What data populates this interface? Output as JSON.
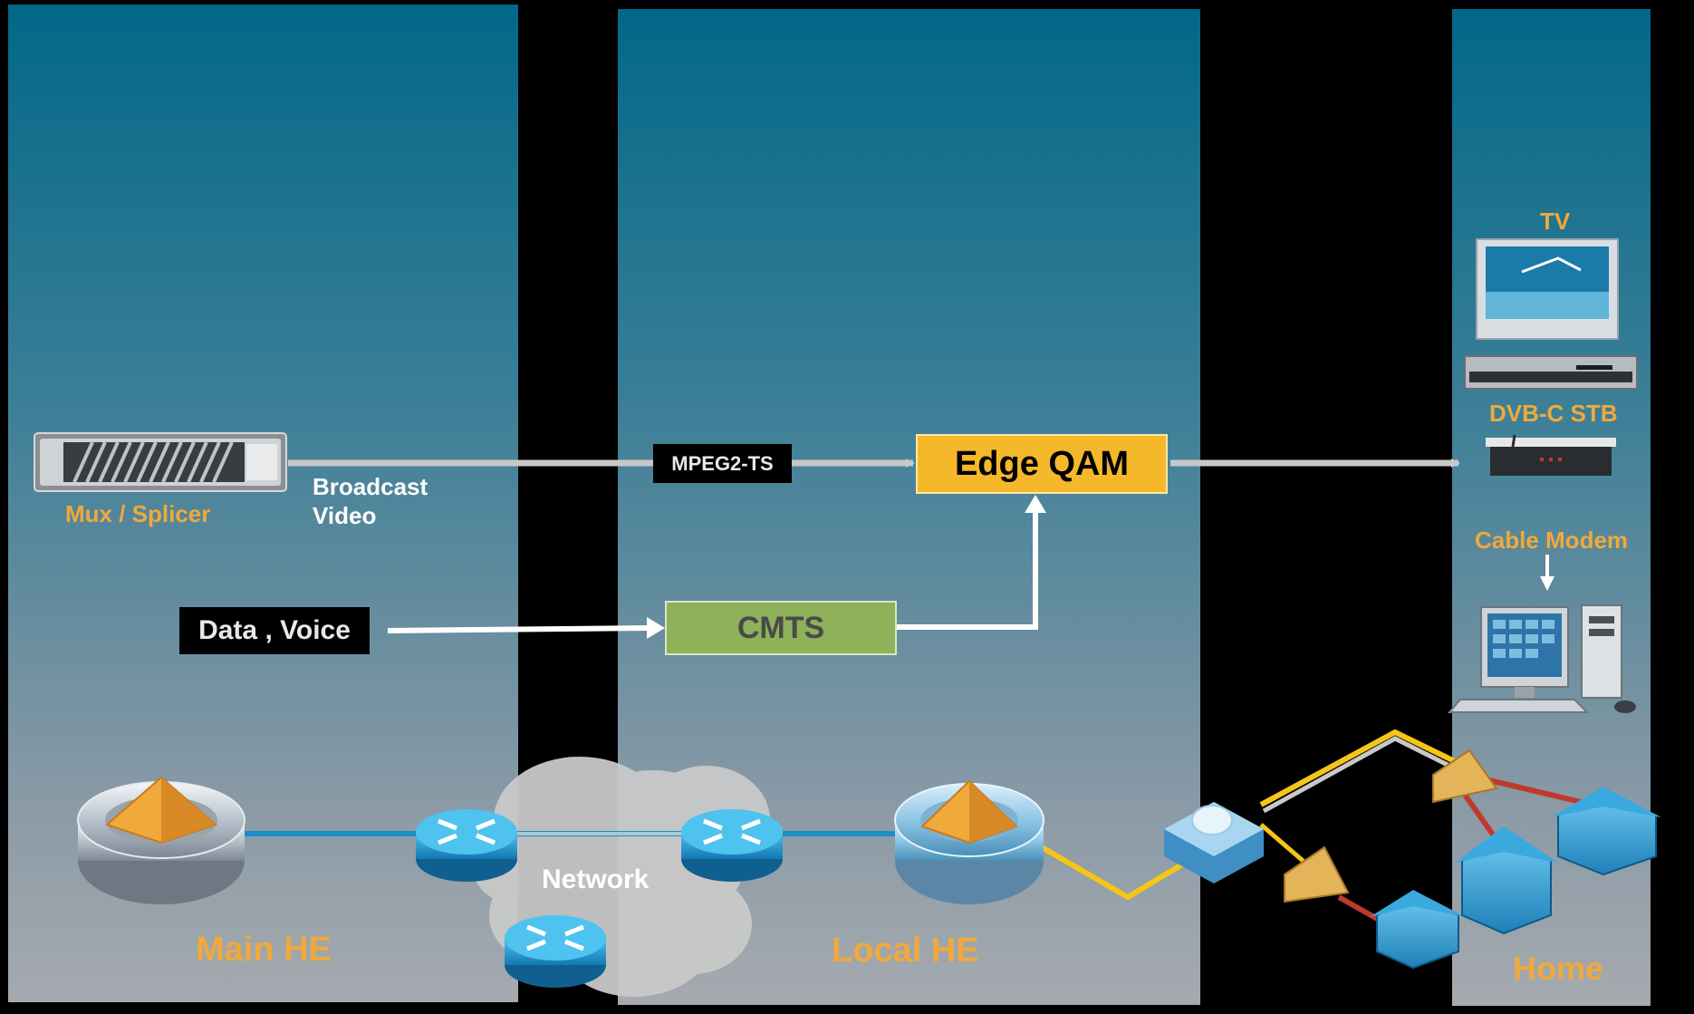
{
  "panels": {
    "main_he": {
      "title": "Main HE"
    },
    "local_he": {
      "title": "Local HE"
    },
    "home": {
      "title": "Home"
    }
  },
  "devices": {
    "mux": {
      "label": "Mux / Splicer"
    },
    "tv": {
      "label": "TV"
    },
    "stb": {
      "label": "DVB-C STB"
    },
    "modem": {
      "label": "Cable Modem"
    }
  },
  "flows": {
    "broadcast_line1": "Broadcast",
    "broadcast_line2": "Video",
    "mpeg_tag": "MPEG2-TS",
    "data_voice": "Data , Voice",
    "network": "Network"
  },
  "boxes": {
    "edge_qam": "Edge QAM",
    "cmts": "CMTS"
  },
  "colors": {
    "panel_top": "#016888",
    "panel_bottom": "#a6aab0",
    "label_orange": "#f0a93b",
    "edge_qam_fill": "#f5b82a",
    "cmts_fill": "#8fb15a",
    "fiber_blue": "#1b8fc8",
    "coax_yellow": "#f5c518",
    "drop_red": "#c0392b"
  }
}
